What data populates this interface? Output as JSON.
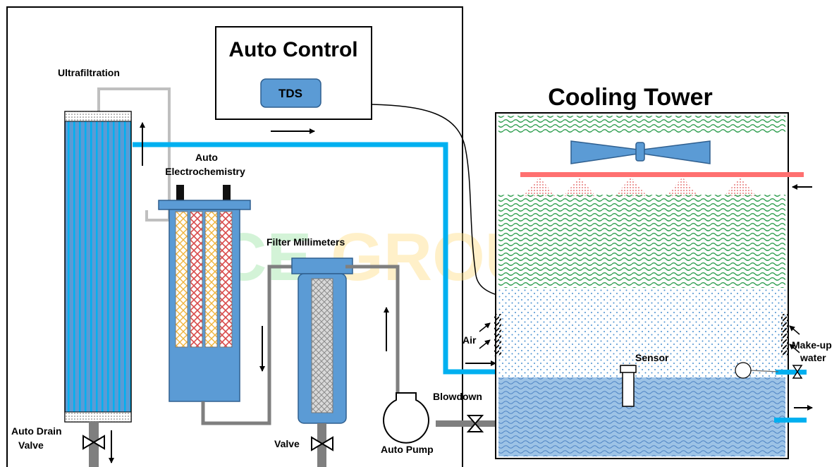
{
  "labels": {
    "auto_control": "Auto Control",
    "tds": "TDS",
    "cooling_tower": "Cooling Tower",
    "ultrafiltration": "Ultrafiltration",
    "auto_electrochemistry_line1": "Auto",
    "auto_electrochemistry_line2": "Electrochemistry",
    "filter_millimeters": "Filter Millimeters",
    "blowdown": "Blowdown",
    "auto_pump": "Auto Pump",
    "valve": "Valve",
    "auto_drain_valve_line1": "Auto Drain",
    "auto_drain_valve_line2": "Valve",
    "air": "Air",
    "sensor": "Sensor",
    "makeup_line1": "Make-up",
    "makeup_line2": "water"
  },
  "watermark": {
    "part1": "YCE ",
    "part2": "GROUP"
  },
  "colors": {
    "pipe_blue": "#00b0f0",
    "unit_blue": "#5b9bd5",
    "pipe_gray": "#7f7f7f",
    "frame_gray": "#bfbfbf",
    "spray_red": "#ff7070",
    "fill_green": "#33aa55",
    "basin_blue": "#9dc3e6",
    "watermark_green": "#9ee6a8",
    "watermark_yellow": "#ffe08a"
  }
}
